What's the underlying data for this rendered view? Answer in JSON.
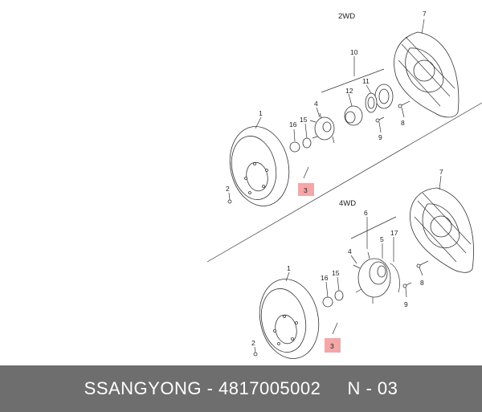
{
  "sections": {
    "upper": "2WD",
    "lower": "4WD"
  },
  "callouts": {
    "upper": {
      "c1": "1",
      "c2": "2",
      "c3": "3",
      "c4": "4",
      "c7": "7",
      "c8": "8",
      "c9": "9",
      "c10": "10",
      "c11": "11",
      "c12": "12",
      "c15": "15",
      "c16": "16"
    },
    "lower": {
      "c1": "1",
      "c2": "2",
      "c3": "3",
      "c4": "4",
      "c5": "5",
      "c6": "6",
      "c7": "7",
      "c8": "8",
      "c9": "9",
      "c15": "15",
      "c16": "16",
      "c17": "17"
    }
  },
  "highlight_color": "#f3a7a7",
  "footer": {
    "brand": "SSANGYONG",
    "separator1": " - ",
    "part_number": "4817005002",
    "gap": "     ",
    "ref": "N - 03"
  }
}
